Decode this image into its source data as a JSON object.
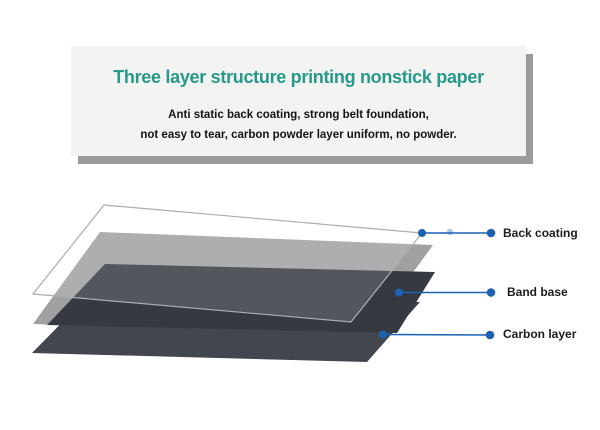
{
  "header": {
    "title": "Three layer structure printing nonstick paper",
    "subtitle_line1": "Anti static back coating, strong belt foundation,",
    "subtitle_line2": "not easy to tear, carbon powder layer uniform, no powder.",
    "title_color": "#26998b",
    "box_background": "#f3f3f2",
    "shadow_color": "#9b9b9b"
  },
  "diagram": {
    "connector_color": "#1c61b2",
    "label_color": "#1c1c1c",
    "labels": [
      {
        "text": "Back coating"
      },
      {
        "text": "Band base"
      },
      {
        "text": "Carbon layer"
      }
    ],
    "sheets": {
      "back_coating": {
        "fill": "rgba(253,254,254,0.15)",
        "stroke": "#a9adb0"
      },
      "gray_underlay": {
        "fill": "#9fa0a2"
      },
      "band_base": {
        "fill": "#363940"
      },
      "carbon_layer": {
        "fill": "#42464e"
      }
    }
  }
}
